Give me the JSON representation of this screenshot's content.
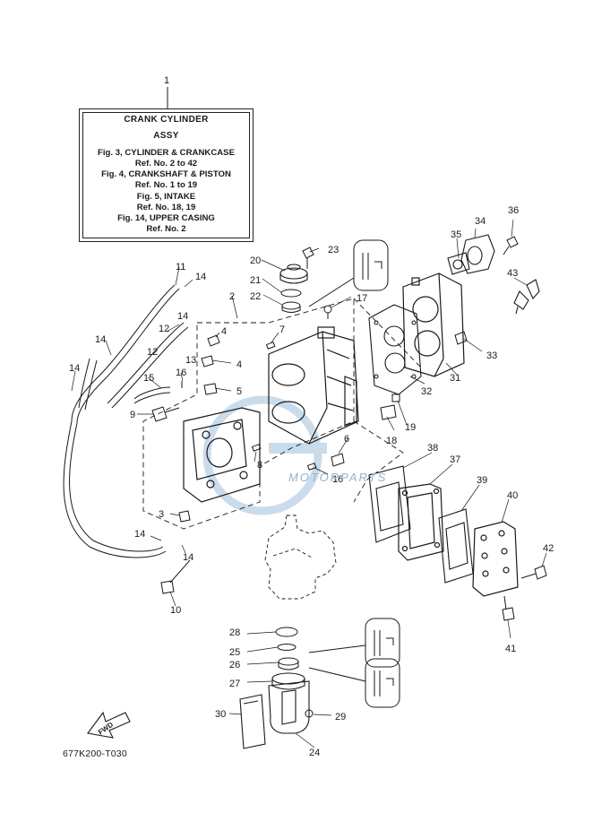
{
  "reference_box": {
    "number": "1",
    "title_line1": "CRANK CYLINDER",
    "title_line2": "ASSY",
    "lines": [
      "Fig. 3, CYLINDER & CRANKCASE",
      "Ref. No. 2 to 42",
      "Fig. 4, CRANKSHAFT & PISTON",
      "Ref. No. 1 to 19",
      "Fig. 5, INTAKE",
      "Ref. No. 18, 19",
      "Fig. 14, UPPER CASING",
      "Ref. No. 2"
    ]
  },
  "callouts": [
    "23",
    "20",
    "21",
    "22",
    "17",
    "2",
    "7",
    "4",
    "4",
    "11",
    "14",
    "14",
    "12",
    "12",
    "13",
    "14",
    "14",
    "16",
    "15",
    "5",
    "9",
    "6",
    "8",
    "16",
    "3",
    "14",
    "14",
    "10",
    "36",
    "34",
    "35",
    "43",
    "33",
    "31",
    "32",
    "19",
    "18",
    "38",
    "37",
    "39",
    "40",
    "42",
    "41",
    "28",
    "25",
    "26",
    "27",
    "29",
    "24",
    "30"
  ],
  "fwd_label": "FWD",
  "drawing_code": "677K200-T030",
  "watermark": "MOTORPARTS",
  "colors": {
    "line": "#1a1a1a",
    "watermark": "#8fb4cf",
    "background": "#ffffff"
  }
}
